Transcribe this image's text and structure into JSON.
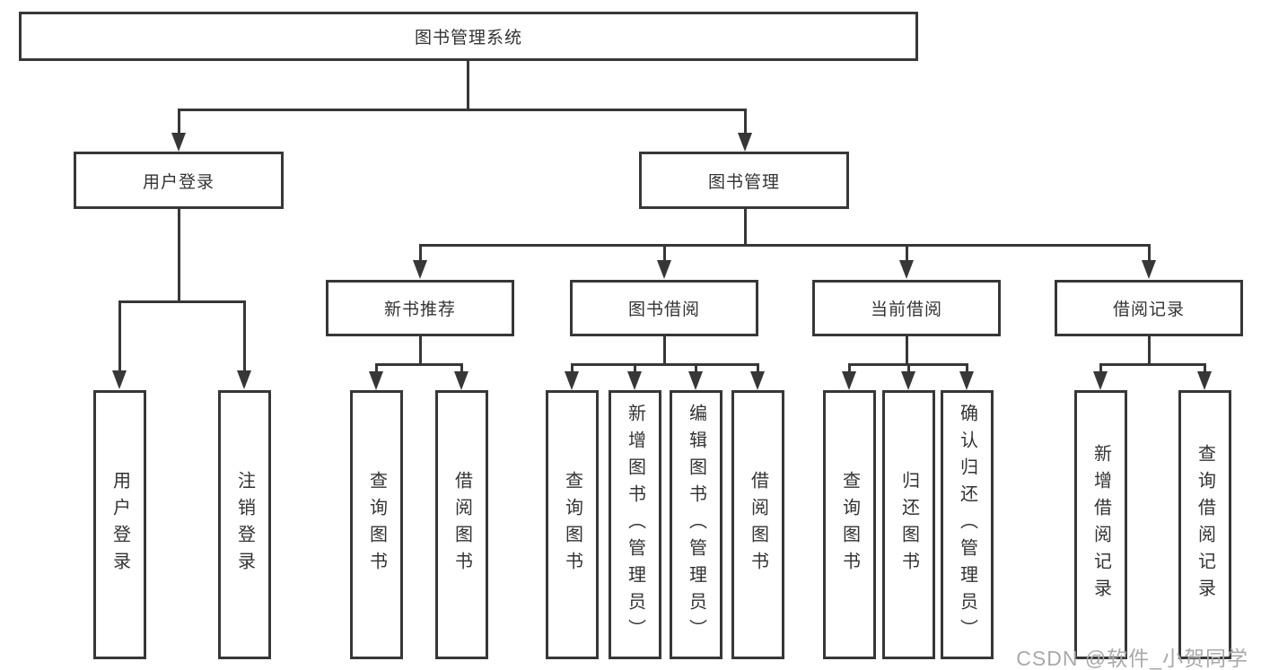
{
  "diagram": {
    "root": "图书管理系统",
    "level1": [
      "用户登录",
      "图书管理"
    ],
    "modules": [
      "新书推荐",
      "图书借阅",
      "当前借阅",
      "借阅记录"
    ],
    "leaves_login": [
      "用户登录",
      "注销登录"
    ],
    "leaves_recommend": [
      "查询图书",
      "借阅图书"
    ],
    "leaves_borrow": [
      "查询图书",
      "新增图书（管理员）",
      "编辑图书（管理员）",
      "借阅图书"
    ],
    "leaves_current": [
      "查询图书",
      "归还图书",
      "确认归还（管理员）"
    ],
    "leaves_records": [
      "新增借阅记录",
      "查询借阅记录"
    ],
    "colors": {
      "line": "#373737",
      "text": "#333333",
      "background": "#ffffff",
      "watermark": "#a9a9a9"
    }
  },
  "watermark": "CSDN @软件_小贺同学"
}
